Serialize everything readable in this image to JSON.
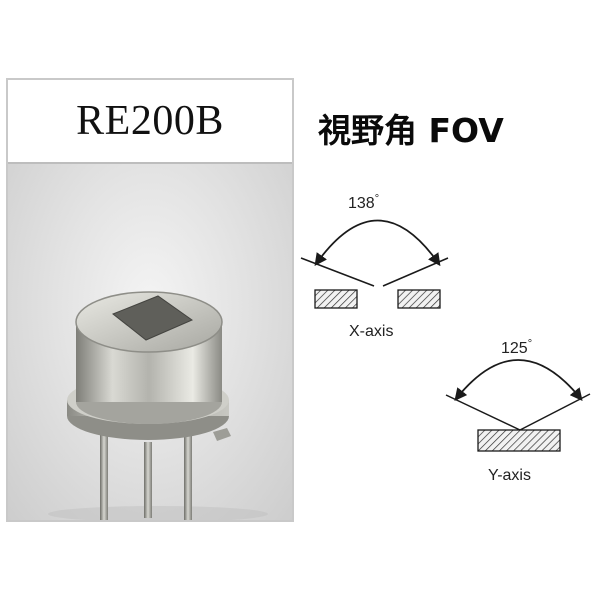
{
  "product": {
    "model": "RE200B"
  },
  "fov": {
    "title": "視野角 FOV",
    "x_axis": {
      "angle": "138",
      "degree_symbol": "°",
      "label": "X-axis"
    },
    "y_axis": {
      "angle": "125",
      "degree_symbol": "°",
      "label": "Y-axis"
    }
  },
  "colors": {
    "card_border": "#c9c9c9",
    "photo_background": "#d6d6d6",
    "sensor_metal": "#b8b8b2",
    "sensor_window": "#5f5f5a"
  },
  "icons": {
    "sensor": "pir-sensor-photo",
    "x_fov": "fov-arc-x",
    "y_fov": "fov-arc-y"
  }
}
